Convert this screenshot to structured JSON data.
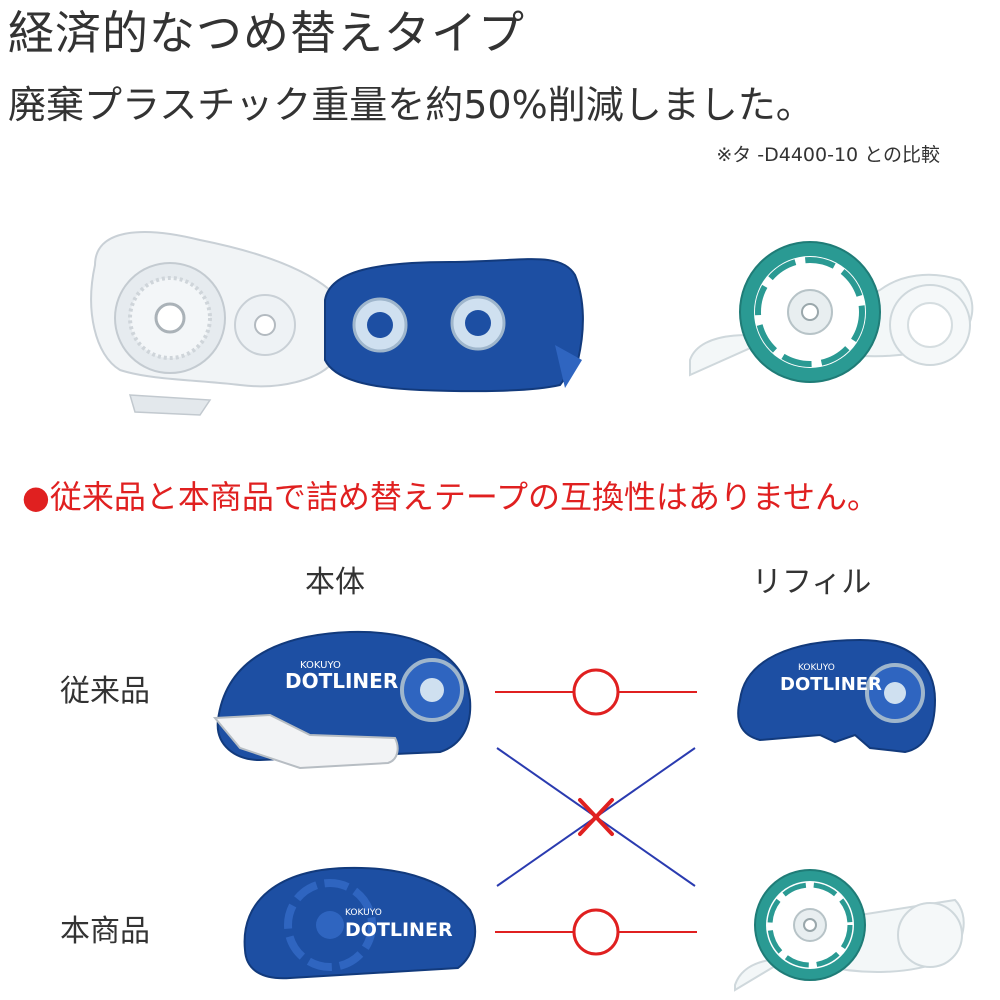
{
  "header": {
    "title": "経済的なつめ替えタイプ",
    "subtitle": "廃棄プラスチック重量を約50%削減しました。",
    "footnote": "※タ -D4400-10 との比較"
  },
  "notice": {
    "text": "●従来品と本商品で詰め替えテープの互換性はありません。"
  },
  "compat_table": {
    "col_body": "本体",
    "col_refill": "リフィル",
    "row_old": "従来品",
    "row_new": "本商品"
  },
  "product_label": {
    "brand": "KOKUYO",
    "name": "DOTLINER"
  },
  "colors": {
    "red": "#e02020",
    "blue": "#2a3bb0",
    "dispenser_blue": "#1d4fa3",
    "teal": "#2a9a93",
    "text": "#333333"
  },
  "icons": {
    "compatible": "circle-mark-icon",
    "incompatible": "cross-mark-icon"
  }
}
